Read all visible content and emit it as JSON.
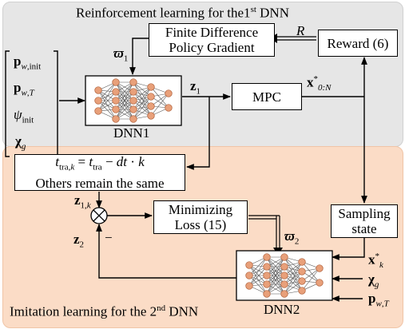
{
  "regions": {
    "rl_title": "Reinforcement learning for the1st DNN",
    "rl_title_main": "Reinforcement learning for the1",
    "rl_title_sup": "st",
    "rl_title_end": " DNN",
    "il_title": "Imitation learning for the 2nd DNN",
    "il_title_main": "Imitation learning for the 2",
    "il_title_sup": "nd",
    "il_title_end": " DNN"
  },
  "boxes": {
    "fdpg_line1": "Finite Difference",
    "fdpg_line2": "Policy Gradient",
    "reward": "Reward (6)",
    "mpc": "MPC",
    "update_eq": "t_tra,k = t_tra − dt·k",
    "update_note": "Others remain the same",
    "minloss_line1": "Minimizing",
    "minloss_line2": "Loss (15)",
    "sampling_line1": "Sampling",
    "sampling_line2": "state"
  },
  "networks": {
    "dnn1": "DNN1",
    "dnn2": "DNN2"
  },
  "labels": {
    "R": "R",
    "varpi1": "ϖ1",
    "varpi2": "ϖ2",
    "z1": "z1",
    "z1k": "z1,k",
    "z2": "z2",
    "x_star": "x*0:N",
    "minus": "−",
    "xk_star": "x*k",
    "chi_g": "χg",
    "p_wT": "pw,T"
  },
  "inputs_dnn1": [
    "pw,init",
    "pw,T",
    "ψinit",
    "χg"
  ]
}
